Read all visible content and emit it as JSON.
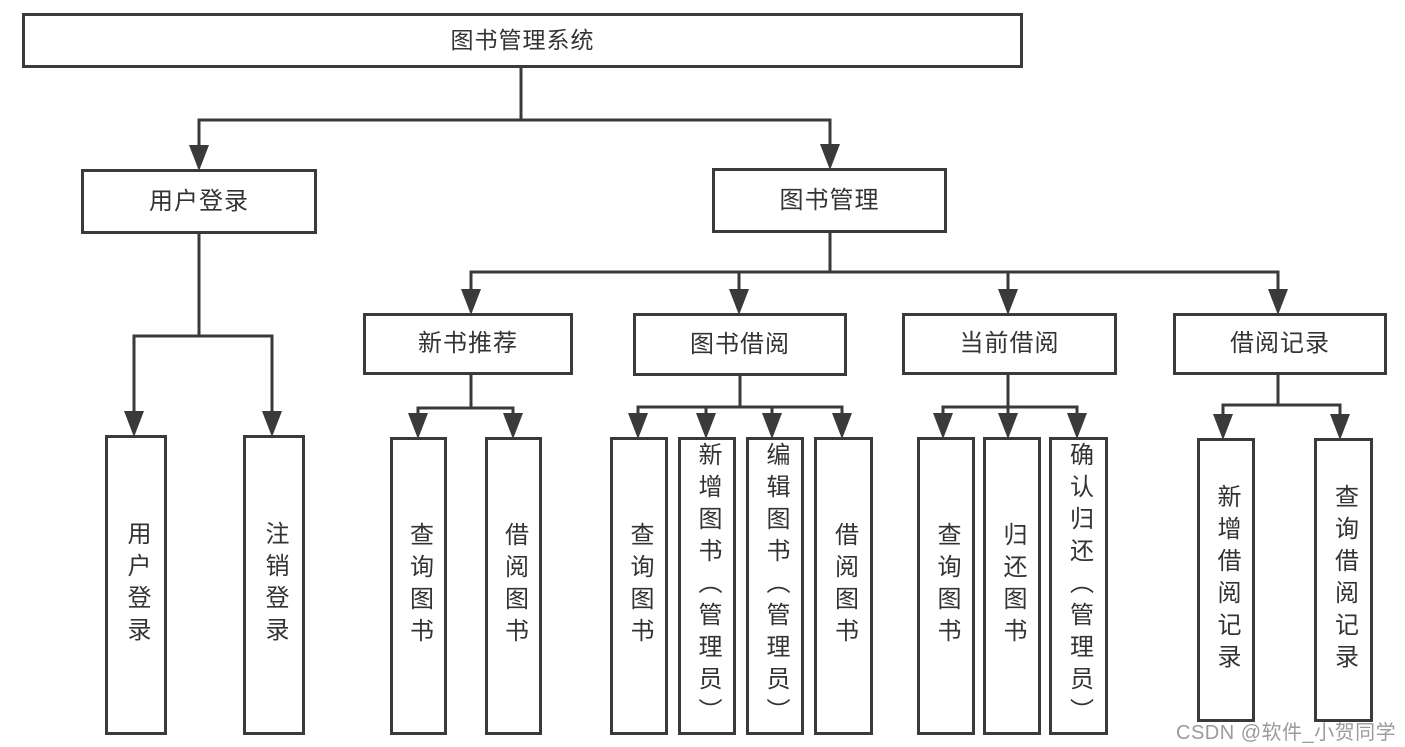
{
  "diagram": {
    "root": {
      "label": "图书管理系统",
      "children": [
        {
          "label": "用户登录",
          "children": [
            {
              "label": "用户登录"
            },
            {
              "label": "注销登录"
            }
          ]
        },
        {
          "label": "图书管理",
          "children": [
            {
              "label": "新书推荐",
              "children": [
                {
                  "label": "查询图书"
                },
                {
                  "label": "借阅图书"
                }
              ]
            },
            {
              "label": "图书借阅",
              "children": [
                {
                  "label": "查询图书"
                },
                {
                  "label": "新增图书（管理员）"
                },
                {
                  "label": "编辑图书（管理员）"
                },
                {
                  "label": "借阅图书"
                }
              ]
            },
            {
              "label": "当前借阅",
              "children": [
                {
                  "label": "查询图书"
                },
                {
                  "label": "归还图书"
                },
                {
                  "label": "确认归还（管理员）"
                }
              ]
            },
            {
              "label": "借阅记录",
              "children": [
                {
                  "label": "新增借阅记录"
                },
                {
                  "label": "查询借阅记录"
                }
              ]
            }
          ]
        }
      ]
    },
    "colors": {
      "line": "#3a3a3a",
      "text": "#333333",
      "background": "#ffffff"
    }
  },
  "watermark": {
    "text": "CSDN @软件_小贺同学",
    "color": "#9b9b9b"
  }
}
